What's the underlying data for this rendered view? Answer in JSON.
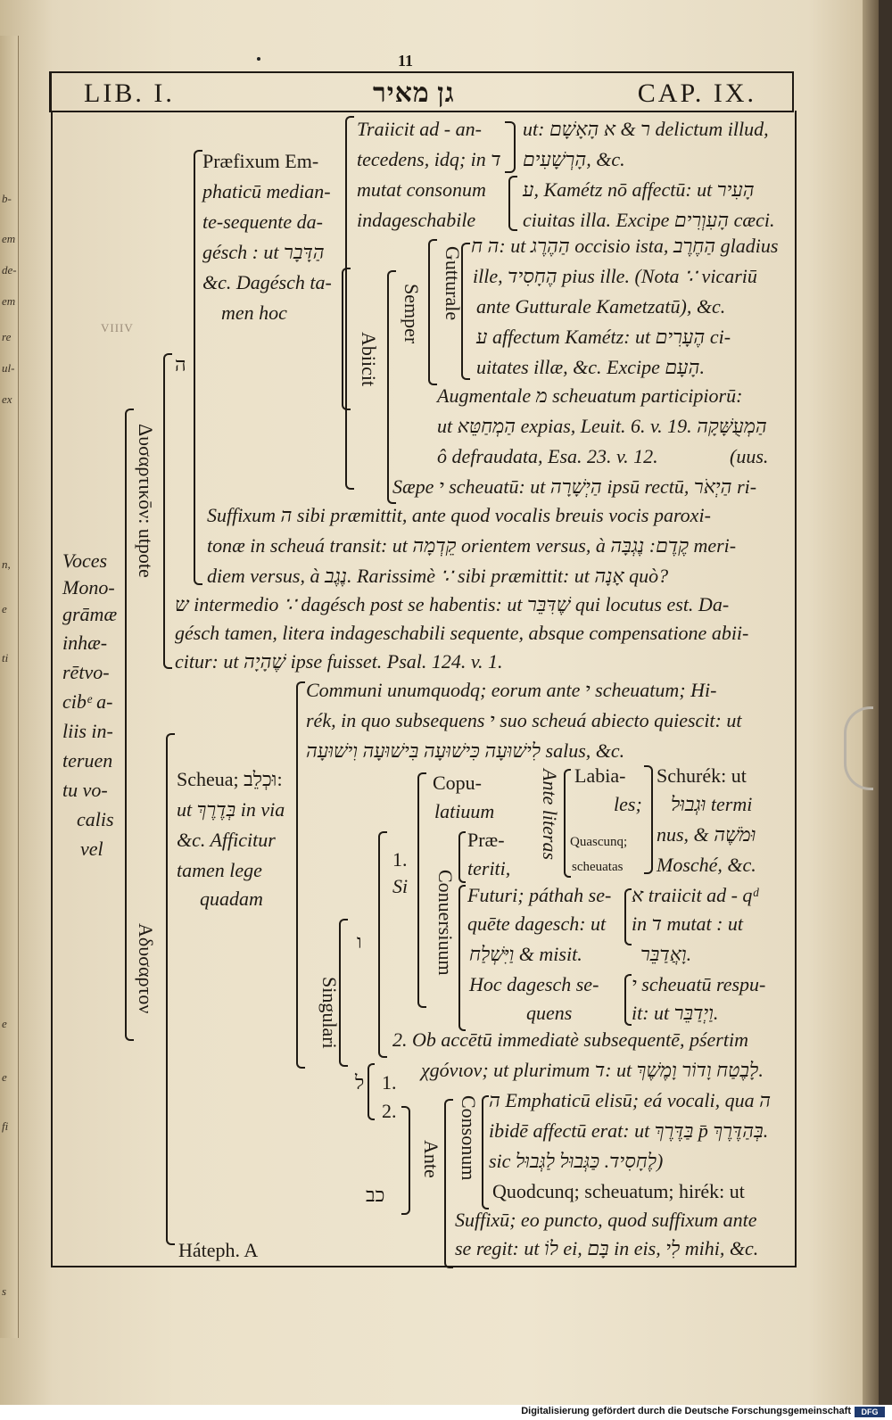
{
  "page": {
    "folio": "11",
    "header": {
      "left": "LIB. I.",
      "center": "גן מאיר",
      "right": "CAP. IX."
    },
    "stamp": "VIIIV"
  },
  "prev_page_fragments": [
    "b-",
    "em",
    "de-",
    "em",
    "re",
    "ul-",
    "ex",
    "n,",
    "e",
    "ti",
    "e",
    "e",
    "fi",
    "s"
  ],
  "left_column": [
    "Voces",
    "Mono-",
    "grāmæ",
    "inhæ-",
    "rētvo-",
    "cibᵉ a-",
    "liis in-",
    "teruen",
    "tu vo-",
    "calis",
    "vel"
  ],
  "vertical_labels": {
    "dusarthon": "Δυσαρτικōν: utpote",
    "adusarton": "Αδυσαρτον",
    "semper": "Semper",
    "abiicit": "Abiicit",
    "gutturale": "Gutturale",
    "singulari": "Singulari",
    "conuersiuum": "Conuersiuum",
    "ante_literas": "Ante literas",
    "consonum": "Consonum",
    "ante": "Ante",
    "si": "Si",
    "he_mark": "ה",
    "vav_mark": "ו",
    "kaf_mark": "כב",
    "lamed_mark": "ל"
  },
  "block_praefixum": [
    "Præfixum Em-",
    "phaticū median-",
    "te-sequente da-",
    "gésch : ut הַדָּבָר",
    "&c. Dagésch ta-",
    "men hoc"
  ],
  "block_traiicit": [
    "Traiicit ad - an-",
    "tecedens, idq; in ד",
    "mutat consonum",
    "indageschabile"
  ],
  "block_traiicit_right": [
    "ut: ר & א הָאָשָׁם delictum illud,",
    "הָרְשָׁעִים, &c.",
    "ע, Kamétz nō affectū: ut הָעִיר",
    "ciuitas illa. Excipe הָעִוְרִים cæci."
  ],
  "block_gutturale": [
    "ה ח: ut הַהֶרֶג occisio ista, הַחֶרֶב gladius",
    "ille, הֶחָסִיד pius ille. (Nota ∵ vicariū",
    "ante Gutturale Kametzatū), &c.",
    "ע affectum Kamétz: ut הֶעָרִים ci-",
    "uitates illæ, &c. Excipe הָעָם."
  ],
  "block_augmentale": [
    "Augmentale מ scheuatum participiorū:",
    "ut הַמְחַטֵּא expias, Leuit. 6. v. 19. הַמְעֻשָּׁקָה",
    "ô defraudata, Esa. 23. v. 12.",
    "(uus.",
    "Sæpe י scheuatū: ut הַיְשָׁרָה ipsū rectū, הַיְאֹר ri-"
  ],
  "block_suffixum": [
    "Suffixum ה sibi præmittit, ante quod vocalis breuis vocis paroxi-",
    "tonæ in scheuá transit: ut קֵדְמָה orientem versus, à קֶדֶם: נֶגְבָּה meri-",
    "diem versus, à נֶגֶב. Rarissimè ∵ sibi præmittit: ut אָנָה quò?",
    "ש intermedio ∵ dagésch post se habentis: ut שֶׁדִּבֵּר qui locutus est. Da-",
    "gésch tamen, litera indageschabili sequente, absque compensatione abii-",
    "citur: ut שֶׁהָיָה ipse fuisset. Psal. 124. v. 1."
  ],
  "block_communi": [
    "Communi unumquodq; eorum ante י scheuatum; Hi-",
    "rék, in quo subsequens י suo scheuá abiecto quiescit: ut",
    "לִישׁוּעָה כִּישׁוּעָה בִּישׁוּעָה וִישׁוּעָה salus, &c."
  ],
  "block_scheua": [
    "Scheua; וּכְלֵב:",
    "ut בְּדֶרֶךְ in via",
    "&c. Afficitur",
    "tamen lege",
    "quadam"
  ],
  "block_copulativum": {
    "copu": [
      "Copu-",
      "latiuum"
    ],
    "praet": [
      "Præ-",
      "teriti,"
    ],
    "labiales": [
      "Labia-",
      "les;"
    ],
    "quasecunque": [
      "Quascunq;",
      "scheuatas"
    ],
    "schurek": [
      "Schurék: ut",
      "וּגְבוּל termi",
      "nus, & וּמֹשֶׁה",
      "Mosché, &c."
    ]
  },
  "block_futuri": [
    "Futuri; páthah se-",
    "quēte dagesch: ut",
    "וַיִּשְׁלַח & misit.",
    "Hoc dagesch se-",
    "quens"
  ],
  "block_futuri_right": [
    "א traiicit ad - qᵈ",
    "in ד mutat : ut",
    "וָאֲדַבֵּר.",
    "י scheuatū respu-",
    "it: ut וַיְדַבֵּר."
  ],
  "block_ob": [
    "2. Ob accētū immediatè subsequentē, pśertim",
    "χgóνιον; ut plurimum ד: ut לָבֶטַח וָדוֹר וָמֶשֶׁךְ."
  ],
  "block_emphaticum": [
    "ה Emphaticū elisū; eá vocali, qua ה",
    "ibidē affectū erat: ut בַּדֶּרֶךְ p̄ בְּהַדֶּרֶךְ.",
    "sic לֶחָסִיד. כַּגְּבוּל לַגְּבוּל)",
    "Quodcunq; scheuatum; hirék: ut",
    "Suffixū; eo puncto, quod suffixum ante",
    "se regit: ut לוֹ ei, בָּם in eis, לִי mihi, &c."
  ],
  "numbers": {
    "n1": "1.",
    "n2": "2.",
    "n1b": "1.",
    "n2b": "2."
  },
  "hateph": "Háteph. A",
  "footer": {
    "text": "Digitalisierung gefördert durch die Deutsche Forschungsgemeinschaft",
    "logo": "DFG"
  }
}
